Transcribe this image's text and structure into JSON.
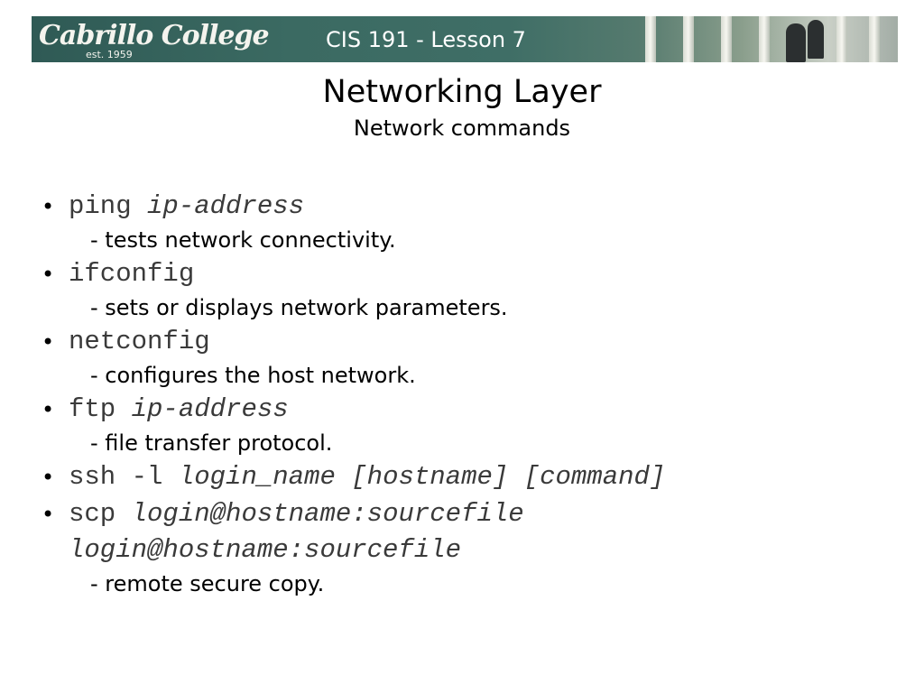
{
  "header": {
    "logo_text": "Cabrillo College",
    "logo_est": "est. 1959",
    "course": "CIS 191 - Lesson 7"
  },
  "slide": {
    "title": "Networking Layer",
    "subtitle": "Network commands"
  },
  "commands": [
    {
      "cmd": "ping",
      "args": "ip-address",
      "args2": "",
      "desc": "- tests network connectivity."
    },
    {
      "cmd": "ifconfig",
      "args": "",
      "args2": "",
      "desc": "- sets or displays network parameters."
    },
    {
      "cmd": "netconfig",
      "args": "",
      "args2": "",
      "desc": "- configures the host network."
    },
    {
      "cmd": "ftp",
      "args": "ip-address",
      "args2": "",
      "desc": "- file transfer protocol."
    },
    {
      "cmd": "ssh -l",
      "args": "login_name [hostname] [command]",
      "args2": "",
      "desc": ""
    },
    {
      "cmd": "scp",
      "args": "login@hostname:sourcefile",
      "args2": "login@hostname:sourcefile",
      "desc": "- remote secure copy."
    }
  ],
  "colors": {
    "banner": "#3b6a62",
    "command_text": "#3a3a3a"
  }
}
